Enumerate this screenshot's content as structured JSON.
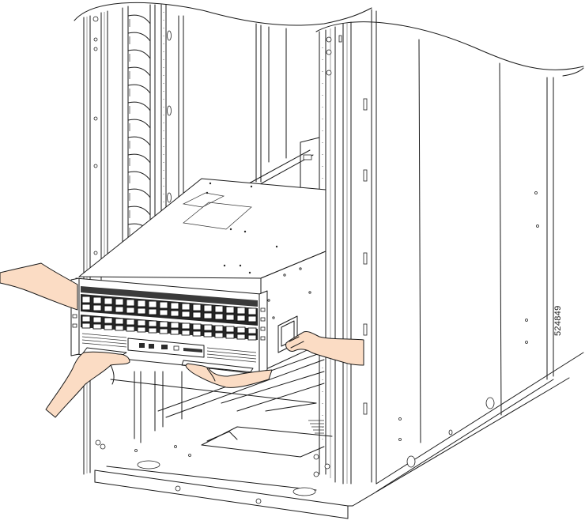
{
  "figure": {
    "id_label": "524849",
    "description": "Line-art installation diagram: a modular chassis being slid into a rack by two pairs of hands",
    "colors": {
      "line": "#1a1a1a",
      "background": "#ffffff",
      "skin": "#fbdcc4",
      "panel_dark": "#2a2a2a"
    }
  },
  "components": {
    "rack": {
      "label": "rack-frame"
    },
    "chassis": {
      "label": "chassis",
      "port_rows": 2,
      "ports_per_row": 16
    },
    "hands": {
      "count": 3
    }
  }
}
